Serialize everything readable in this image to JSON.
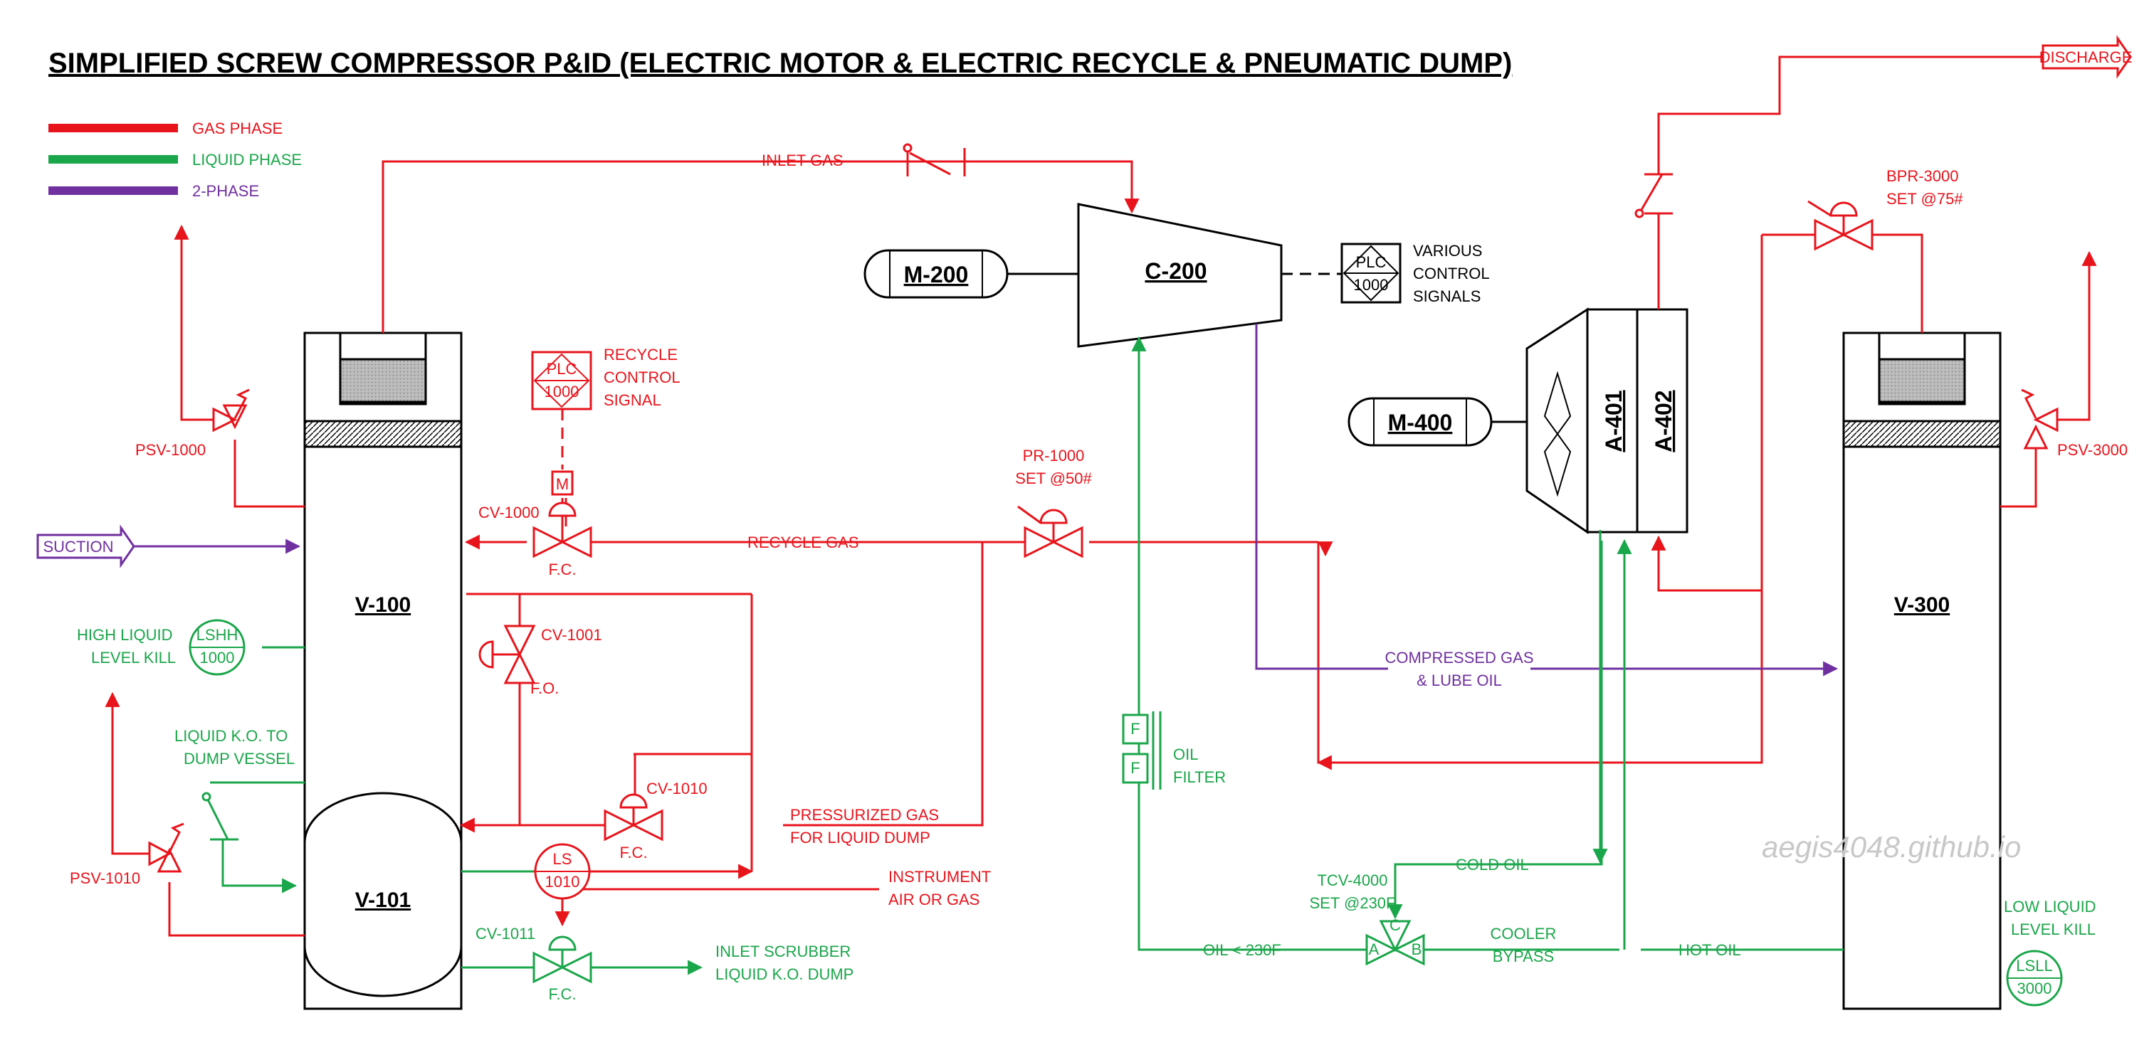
{
  "title": "SIMPLIFIED SCREW COMPRESSOR P&ID  (ELECTRIC MOTOR & ELECTRIC RECYCLE & PNEUMATIC DUMP)",
  "legend": [
    {
      "label": "GAS PHASE",
      "color": "#e8141c"
    },
    {
      "label": "LIQUID PHASE",
      "color": "#1aa64a"
    },
    {
      "label": "2-PHASE",
      "color": "#7030a0"
    }
  ],
  "colors": {
    "gas": "#e8141c",
    "liquid": "#1aa64a",
    "two_phase": "#7030a0",
    "equipment": "#000000"
  },
  "equipment": {
    "v100": "V-100",
    "v101": "V-101",
    "v300": "V-300",
    "c200": "C-200",
    "m200": "M-200",
    "m400": "M-400",
    "a401": "A-401",
    "a402": "A-402"
  },
  "streams": {
    "inlet_gas": "INLET GAS",
    "suction": "SUCTION",
    "discharge": "DISCHARGE",
    "recycle_gas": "RECYCLE GAS",
    "compressed_1": "COMPRESSED GAS",
    "compressed_2": "& LUBE OIL",
    "press_gas_1": "PRESSURIZED GAS",
    "press_gas_2": "FOR LIQUID DUMP",
    "inst_air_1": "INSTRUMENT",
    "inst_air_2": "AIR OR GAS",
    "scrubber_1": "INLET SCRUBBER",
    "scrubber_2": "LIQUID K.O. DUMP",
    "liq_ko_1": "LIQUID K.O. TO",
    "liq_ko_2": "DUMP VESSEL",
    "cold_oil": "COLD OIL",
    "hot_oil": "HOT OIL",
    "oil_230": "OIL < 230F",
    "bypass_1": "COOLER",
    "bypass_2": "BYPASS",
    "oil_filter_1": "OIL",
    "oil_filter_2": "FILTER"
  },
  "instruments": {
    "psv1000": "PSV-1000",
    "psv1010": "PSV-1010",
    "psv3000": "PSV-3000",
    "cv1000": "CV-1000",
    "cv1001": "CV-1001",
    "cv1010": "CV-1010",
    "cv1011": "CV-1011",
    "fc": "F.C.",
    "fo": "F.O.",
    "pr1000": "PR-1000",
    "pr1000_set": "SET @50#",
    "bpr3000": "BPR-3000",
    "bpr3000_set": "SET @75#",
    "tcv4000": "TCV-4000",
    "tcv4000_set": "SET @230F",
    "plc": "PLC",
    "plc_num": "1000",
    "recycle_ctrl_1": "RECYCLE",
    "recycle_ctrl_2": "CONTROL",
    "recycle_ctrl_3": "SIGNAL",
    "various_1": "VARIOUS",
    "various_2": "CONTROL",
    "various_3": "SIGNALS",
    "lshh": "LSHH",
    "lshh_num": "1000",
    "lsll": "LSLL",
    "lsll_num": "3000",
    "ls": "LS",
    "ls_num": "1010",
    "hll_1": "HIGH LIQUID",
    "hll_2": "LEVEL KILL",
    "lll_1": "LOW LIQUID",
    "lll_2": "LEVEL KILL",
    "motor_m": "M",
    "valve_a": "A",
    "valve_b": "B",
    "valve_c": "C",
    "filter_f": "F"
  },
  "watermark": "aegis4048.github.io"
}
